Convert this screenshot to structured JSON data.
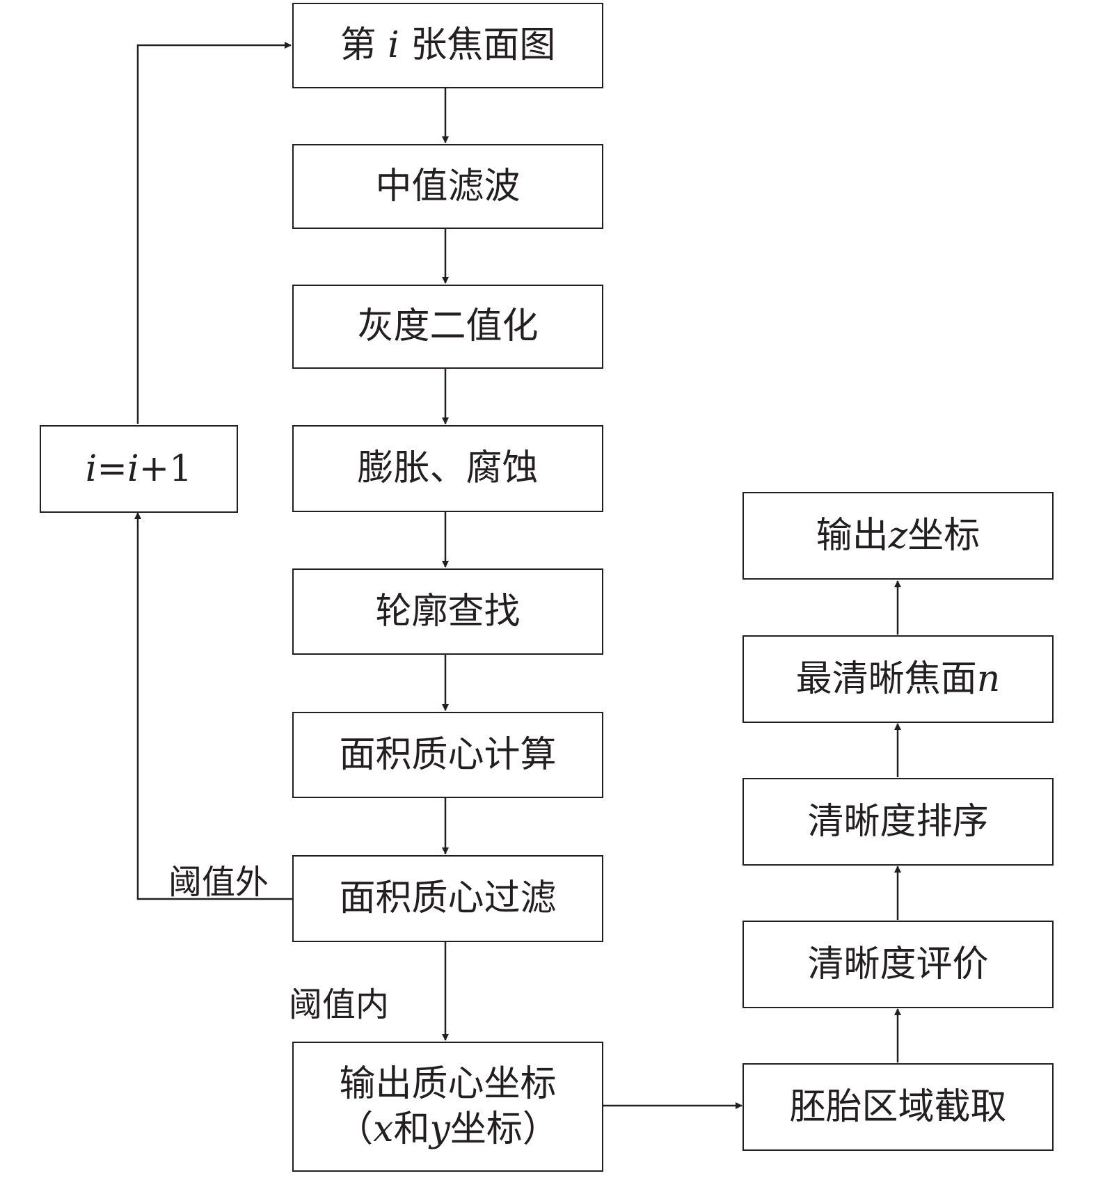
{
  "flowchart": {
    "main": [
      {
        "id": "focal_plane",
        "parts": [
          "第 ",
          "i",
          " 张焦面图"
        ]
      },
      {
        "id": "median_filter",
        "text": "中值滤波"
      },
      {
        "id": "gray_binarize",
        "text": "灰度二值化"
      },
      {
        "id": "dilate_erode",
        "text": "膨胀、腐蚀"
      },
      {
        "id": "contour_find",
        "text": "轮廓查找"
      },
      {
        "id": "area_centroid_calc",
        "text": "面积质心计算"
      },
      {
        "id": "area_centroid_filter",
        "text": "面积质心过滤"
      },
      {
        "id": "output_centroid",
        "line1": "输出质心坐标",
        "line2_parts": [
          "（",
          "x",
          "和",
          "y",
          "坐标）"
        ]
      }
    ],
    "loop": {
      "parts": [
        "i",
        "=",
        "i",
        "+1"
      ]
    },
    "labels": {
      "outside_threshold": "阈值外",
      "inside_threshold": "阈值内"
    },
    "right": [
      {
        "id": "embryo_crop",
        "text": "胚胎区域截取"
      },
      {
        "id": "clarity_eval",
        "text": "清晰度评价"
      },
      {
        "id": "clarity_sort",
        "text": "清晰度排序"
      },
      {
        "id": "sharpest_plane",
        "parts": [
          "最清晰焦面",
          "n"
        ]
      },
      {
        "id": "output_z",
        "parts": [
          "输出",
          "z",
          "坐标"
        ]
      }
    ]
  }
}
